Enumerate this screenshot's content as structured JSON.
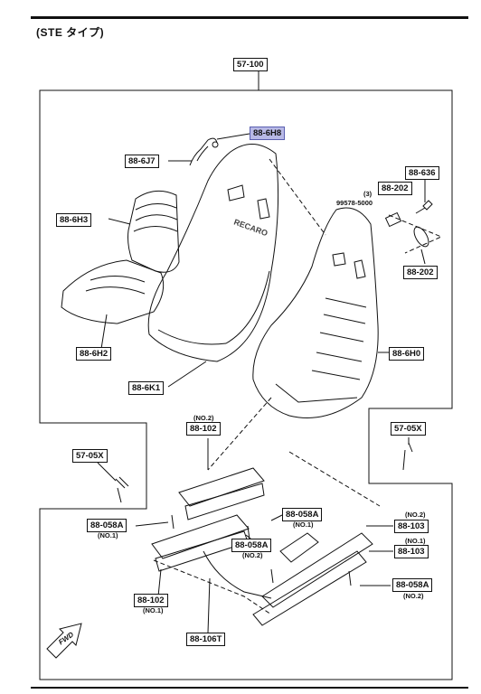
{
  "header": {
    "subtitle": "(STE タイプ)"
  },
  "labels": {
    "assy": "57-100",
    "wire": "88-6H8",
    "bracket_left": "88-6J7",
    "back_pad": "88-6H3",
    "cushion": "88-6H2",
    "cover": "88-6K1",
    "shell": "88-6H0",
    "bolt_top": "88-636",
    "washer_upper": "88-202",
    "washer_lower": "88-202",
    "part_99578": "99578-5000",
    "qty3": "(3)",
    "no2_a": "(NO.2)",
    "rail_no2_left": "88-102",
    "bolt_57_left": "57-05X",
    "bolt_57_right": "57-05X",
    "bolt_058_no1_left": "88-058A",
    "no1_a": "(NO.1)",
    "bolt_058_no1_mid": "88-058A",
    "no1_b": "(NO.1)",
    "bolt_058_no2_mid": "88-058A",
    "no2_b": "(NO.2)",
    "no2_c": "(NO.2)",
    "rail_103_no2": "88-103",
    "no1_c": "(NO.1)",
    "rail_103_no1": "88-103",
    "bolt_058_no2_right": "88-058A",
    "no2_d": "(NO.2)",
    "rail_no1_left": "88-102",
    "no1_d": "(NO.1)",
    "bar": "88-106T",
    "fwd": "FWD"
  }
}
